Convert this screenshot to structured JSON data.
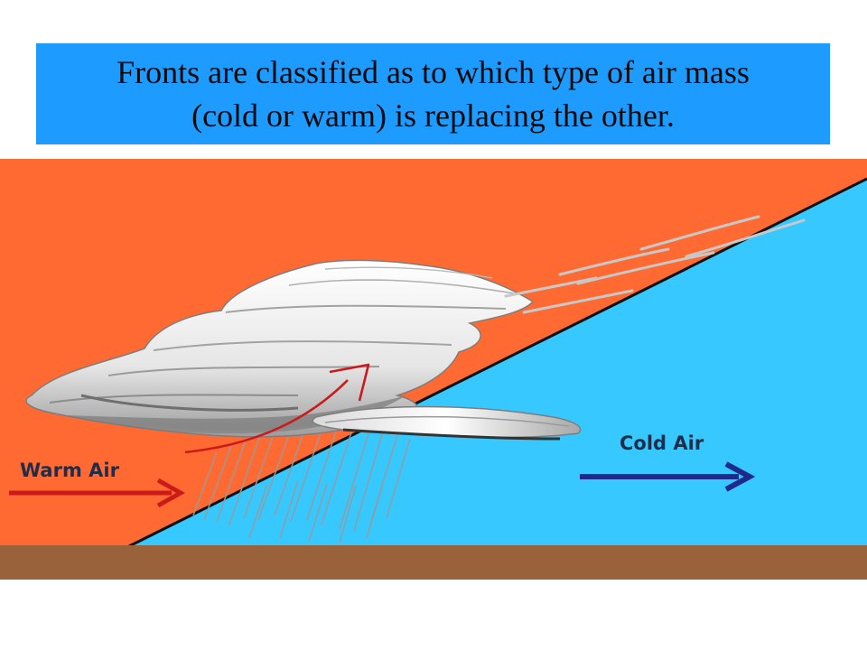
{
  "slide": {
    "title_lines": [
      "Fronts are classified as to which type of air mass",
      "(cold or warm) is replacing the other."
    ]
  },
  "diagram": {
    "warm_air_label": "Warm Air",
    "cold_air_label": "Cold Air",
    "colors": {
      "title_background": "#1e9bff",
      "warm_air": "#ff6a33",
      "cold_air": "#36c8ff",
      "ground": "#99623a",
      "front_line": "#111111",
      "warm_arrow": "#cc1a1a",
      "cold_arrow": "#1f2a8c",
      "rain": "#9a9a9a"
    }
  }
}
